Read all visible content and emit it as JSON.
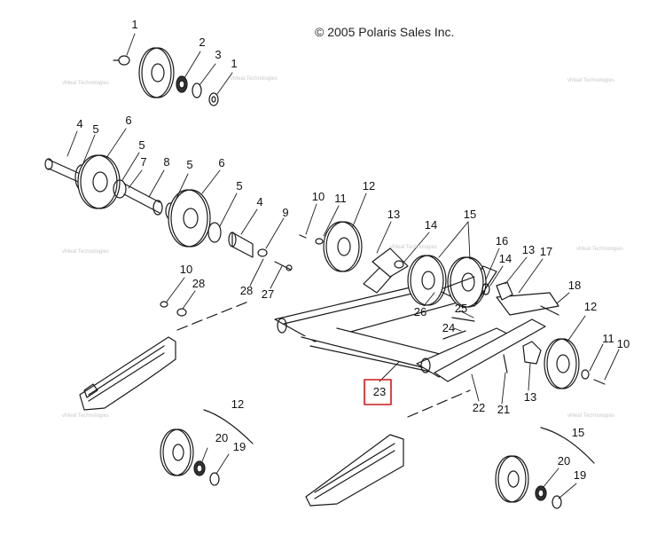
{
  "copyright": "© 2005 Polaris Sales Inc.",
  "watermark": "vMeat Technologies",
  "highlighted_callout": "23",
  "highlight_color": "#d01818",
  "line_color": "#1a1a1a",
  "callouts": [
    "1",
    "2",
    "3",
    "1",
    "4",
    "5",
    "6",
    "5",
    "7",
    "8",
    "5",
    "6",
    "5",
    "4",
    "9",
    "10",
    "11",
    "12",
    "13",
    "14",
    "15",
    "16",
    "14",
    "13",
    "17",
    "10",
    "28",
    "28",
    "27",
    "25",
    "26",
    "24",
    "18",
    "12",
    "11",
    "10",
    "23",
    "22",
    "21",
    "13",
    "12",
    "20",
    "19",
    "15",
    "20",
    "19"
  ]
}
